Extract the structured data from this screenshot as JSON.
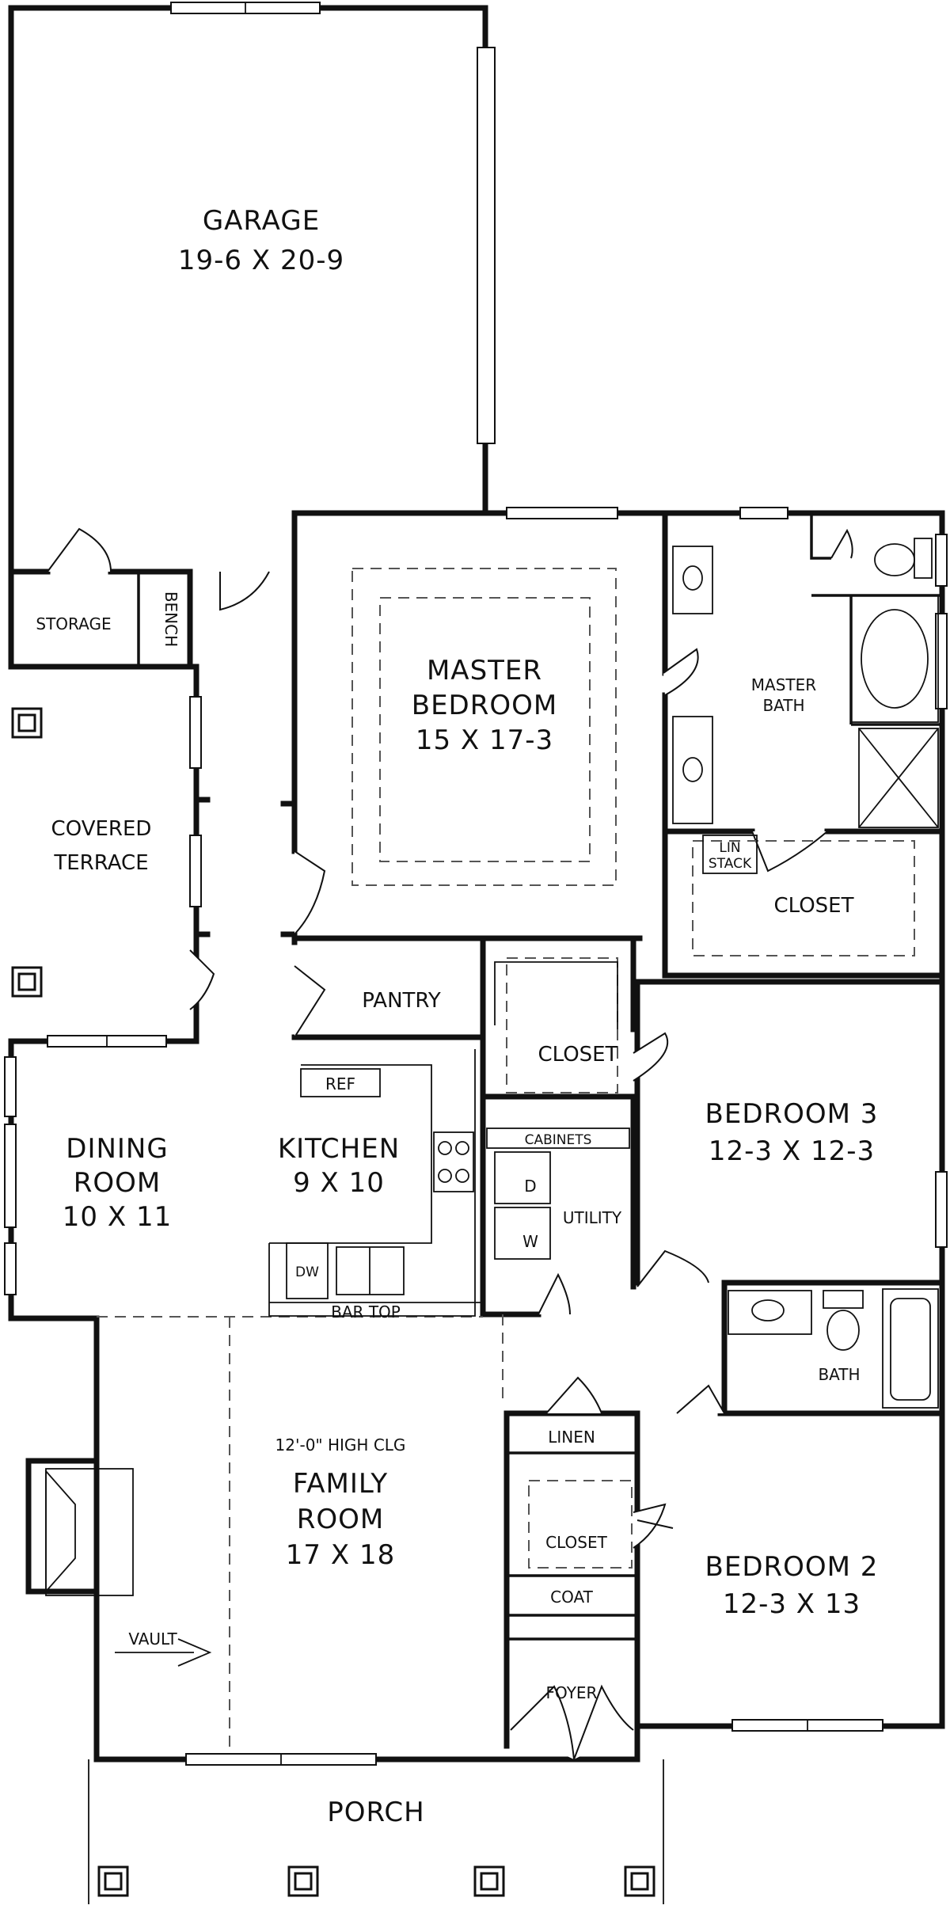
{
  "rooms": {
    "garage": {
      "name": "GARAGE",
      "dims": "19-6 X 20-9"
    },
    "storage": {
      "name": "STORAGE"
    },
    "bench": {
      "name": "BENCH"
    },
    "covered_terrace": {
      "line1": "COVERED",
      "line2": "TERRACE"
    },
    "master_bedroom": {
      "line1": "MASTER",
      "line2": "BEDROOM",
      "dims": "15 X 17-3"
    },
    "master_bath": {
      "line1": "MASTER",
      "line2": "BATH"
    },
    "lin_stack": {
      "line1": "LIN",
      "line2": "STACK"
    },
    "master_closet": {
      "name": "CLOSET"
    },
    "pantry": {
      "name": "PANTRY"
    },
    "closet_center": {
      "name": "CLOSET"
    },
    "bedroom3": {
      "name": "BEDROOM 3",
      "dims": "12-3 X 12-3"
    },
    "dining_room": {
      "line1": "DINING",
      "line2": "ROOM",
      "dims": "10 X 11"
    },
    "kitchen": {
      "name": "KITCHEN",
      "dims": "9 X 10"
    },
    "ref": {
      "name": "REF"
    },
    "dw": {
      "name": "DW"
    },
    "cabinets": {
      "name": "CABINETS"
    },
    "utility": {
      "name": "UTILITY"
    },
    "dryer": {
      "name": "D"
    },
    "washer": {
      "name": "W"
    },
    "bar_top": {
      "name": "BAR TOP"
    },
    "bath": {
      "name": "BATH"
    },
    "family_room": {
      "note": "12'-0\" HIGH CLG",
      "line1": "FAMILY",
      "line2": "ROOM",
      "dims": "17 X 18"
    },
    "vault": {
      "name": "VAULT"
    },
    "linen": {
      "name": "LINEN"
    },
    "closet_bed2": {
      "name": "CLOSET"
    },
    "coat": {
      "name": "COAT"
    },
    "foyer": {
      "name": "FOYER"
    },
    "bedroom2": {
      "name": "BEDROOM 2",
      "dims": "12-3 X 13"
    },
    "porch": {
      "name": "PORCH"
    }
  }
}
